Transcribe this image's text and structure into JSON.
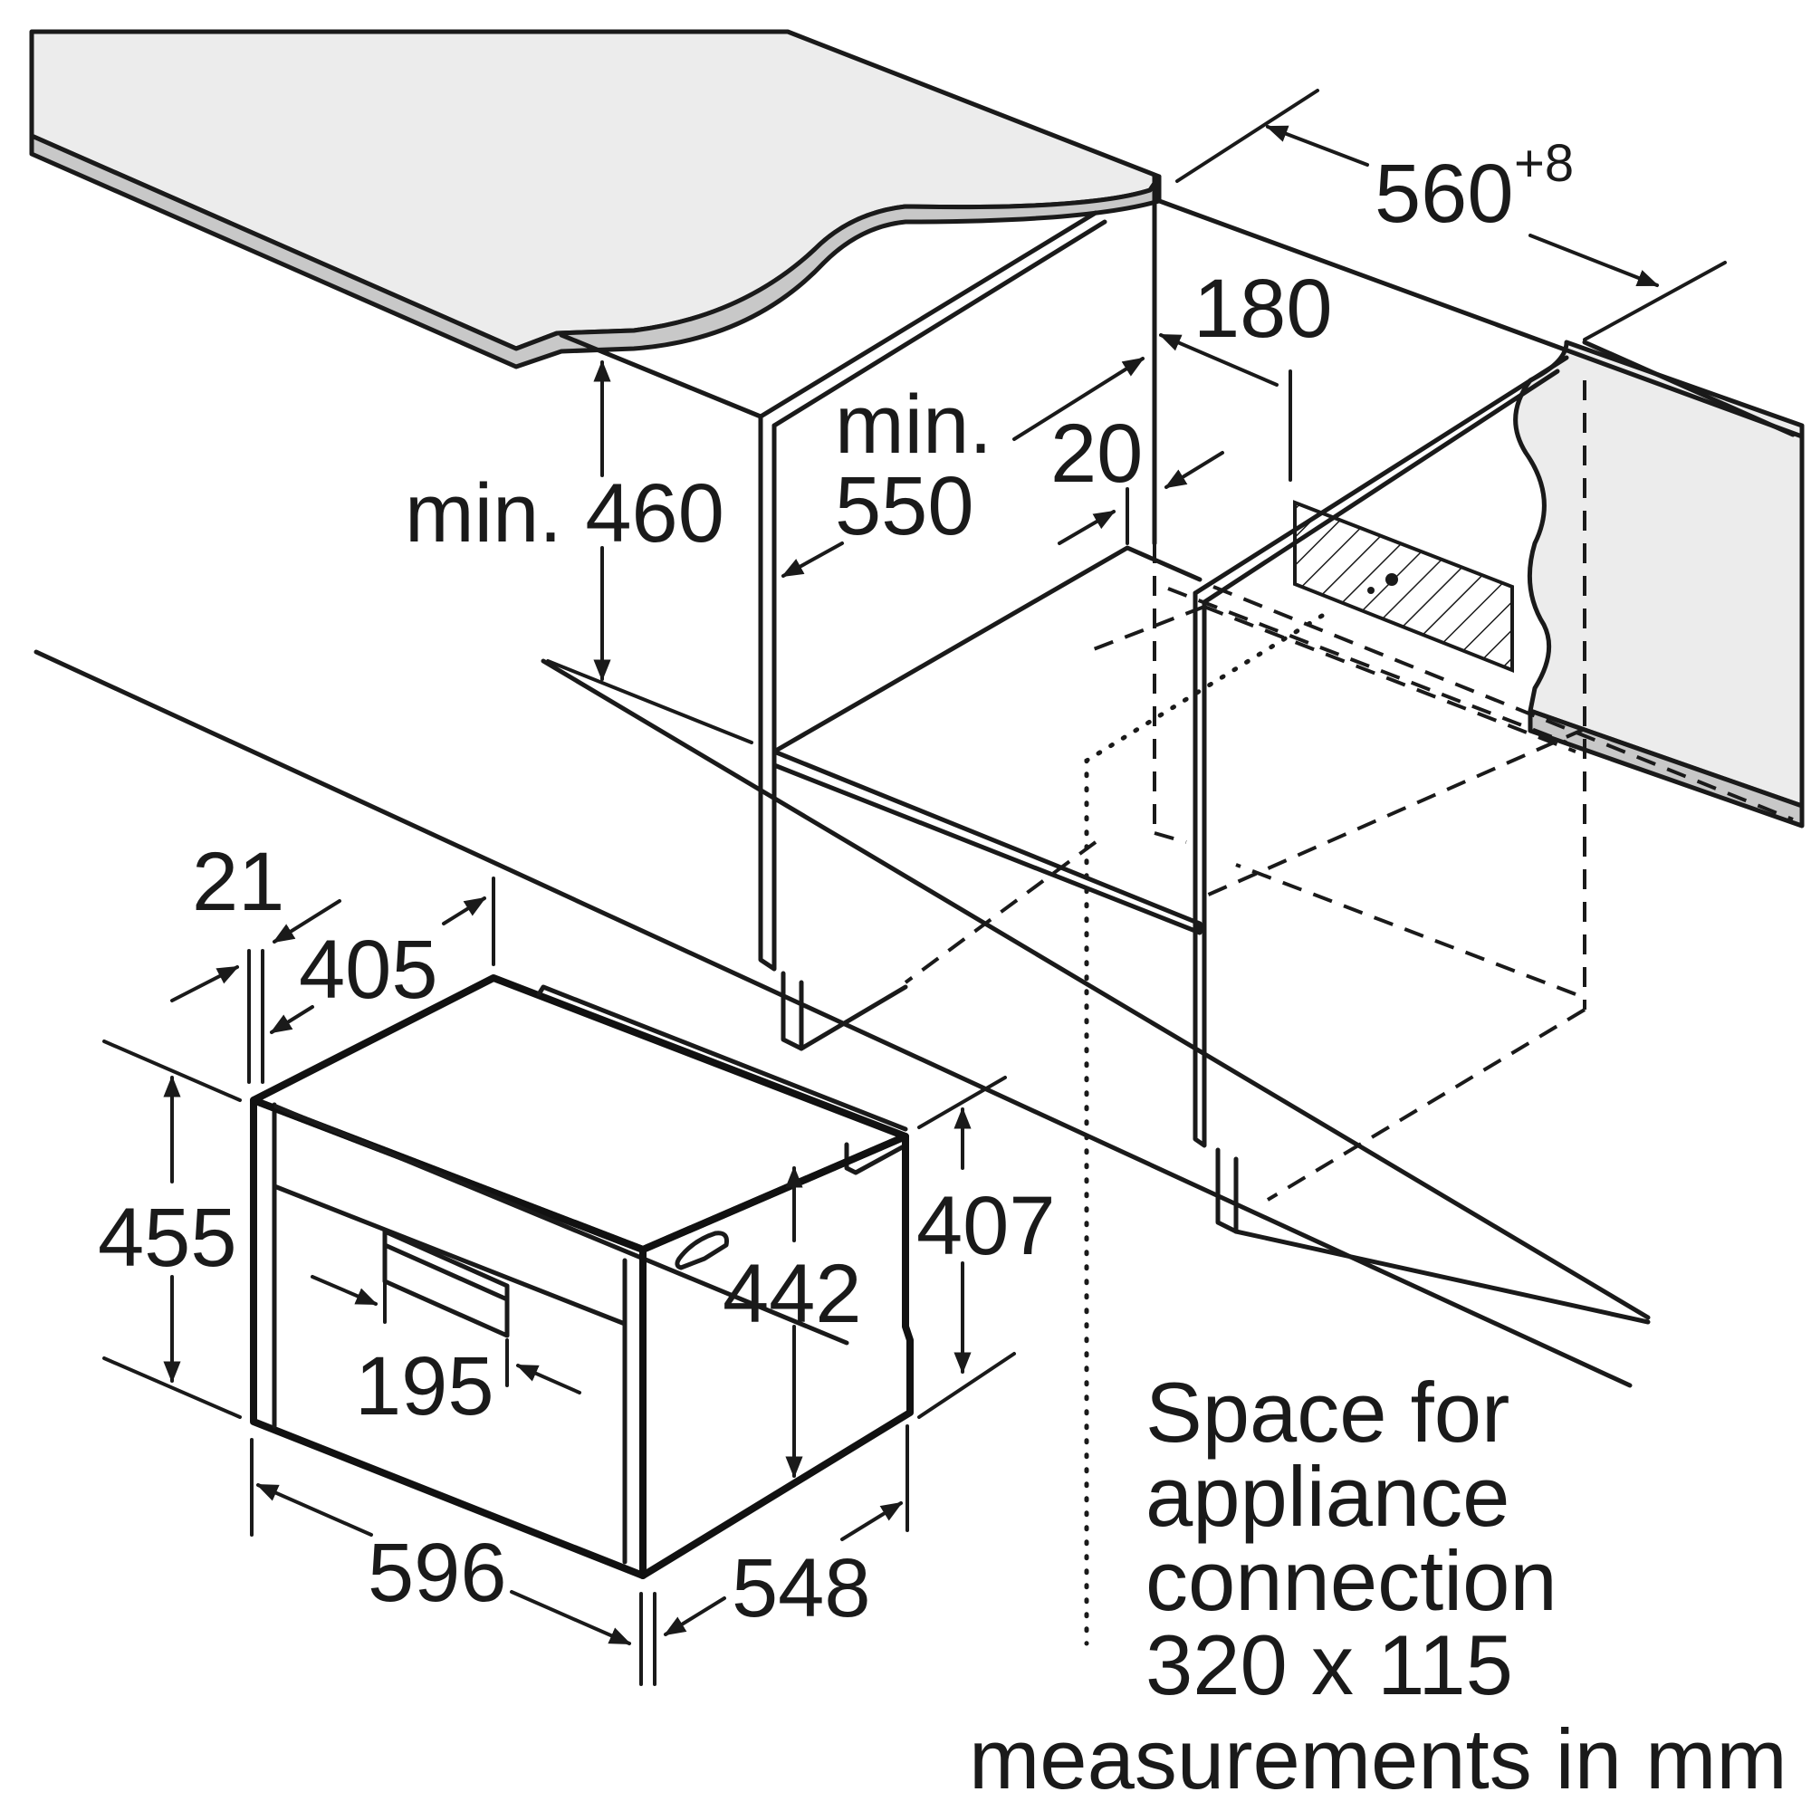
{
  "diagram": {
    "colors": {
      "counter_fill": "#ececec",
      "counter_edge": "#c8c8c8",
      "line": "#1a1a1a",
      "hatch": "#1a1a1a"
    },
    "niche_dimensions": {
      "min_460": "min. 460",
      "min_label": "min.",
      "v550": "550",
      "v20": "20",
      "v180": "180",
      "v560": "560",
      "v560_tolerance": "+8"
    },
    "appliance_dimensions": {
      "v21": "21",
      "v405": "405",
      "v455": "455",
      "v407": "407",
      "v442": "442",
      "v195": "195",
      "v596": "596",
      "v548": "548"
    },
    "connection_note": {
      "lines": [
        "Space for",
        "appliance",
        "connection",
        "320 x 115"
      ]
    },
    "units_note": "measurements in mm"
  }
}
